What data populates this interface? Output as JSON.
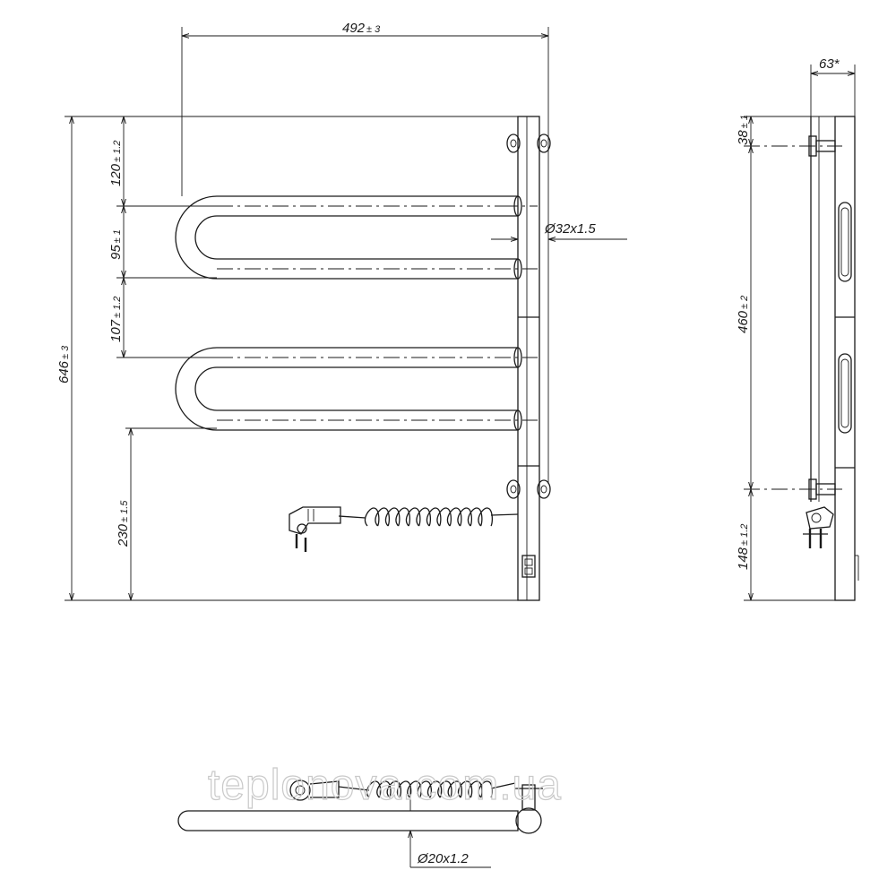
{
  "front_view": {
    "width_dim": {
      "value": "492",
      "tolerance": "± 3"
    },
    "height_dim": {
      "value": "646",
      "tolerance": "± 3"
    },
    "top_offset_dim": {
      "value": "120",
      "tolerance": "± 1.2"
    },
    "loop_gap_dim": {
      "value": "95",
      "tolerance": "± 1"
    },
    "between_loops_dim": {
      "value": "107",
      "tolerance": "± 1.2"
    },
    "bottom_offset_dim": {
      "value": "230",
      "tolerance": "± 1.5"
    },
    "tube_diameter": "Ø32x1.5"
  },
  "side_view": {
    "depth_dim": "63*",
    "top_mount_dim": {
      "value": "38",
      "tolerance": "± 1"
    },
    "mount_spacing_dim": {
      "value": "460",
      "tolerance": "± 2"
    },
    "bottom_mount_dim": {
      "value": "148",
      "tolerance": "± 1.2"
    }
  },
  "top_view": {
    "rail_diameter": "Ø20x1.2"
  },
  "watermark": "teplonova.com.ua"
}
